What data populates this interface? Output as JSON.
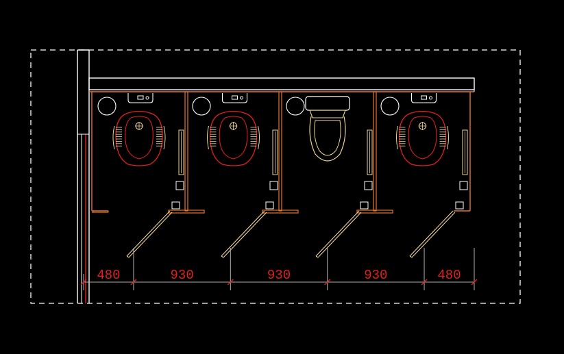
{
  "colors": {
    "background": "#000000",
    "wall": "#ffffff",
    "partition": "#e8742c",
    "fixture": "#f0d49a",
    "fixture_red": "#e0201c",
    "dimension": "#e0201c",
    "extension": "#b0b0b0",
    "dashed_boundary": "#ffffff"
  },
  "fixture_icons": [
    "squat-toilet-icon",
    "western-toilet-icon",
    "wash-basin-icon",
    "floor-drain-icon",
    "door-swing-icon"
  ],
  "stalls": [
    {
      "fixture": "squat-toilet"
    },
    {
      "fixture": "squat-toilet"
    },
    {
      "fixture": "western-toilet"
    },
    {
      "fixture": "squat-toilet"
    }
  ],
  "dimensions": [
    {
      "label": "480",
      "value_mm": 480
    },
    {
      "label": "930",
      "value_mm": 930
    },
    {
      "label": "930",
      "value_mm": 930
    },
    {
      "label": "930",
      "value_mm": 930
    },
    {
      "label": "480",
      "value_mm": 480
    }
  ]
}
